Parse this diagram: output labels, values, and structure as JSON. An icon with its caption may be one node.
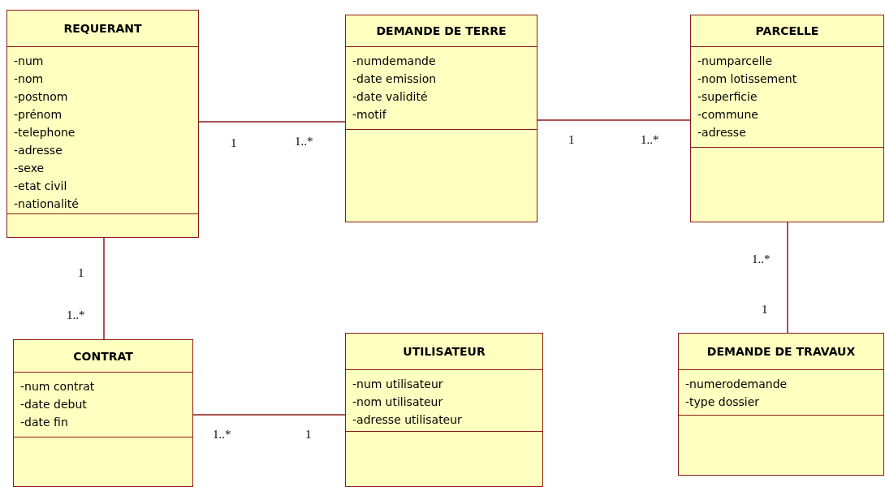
{
  "diagram": {
    "nodes": [
      {
        "text": [
          "REQUERANT",
          "-num",
          "-nom",
          "-postnom",
          "-prénom",
          "-telephone",
          "-adresse",
          "-sexe",
          "-etat civil",
          "-nationalité"
        ]
      },
      {
        "text": [
          "DEMANDE DE TERRE",
          "-numdemande",
          "-date emission",
          "-date validité",
          "-motif"
        ]
      },
      {
        "text": [
          "PARCELLE",
          "-numparcelle",
          "-nom lotissement",
          "-superficie",
          "-commune",
          "-adresse"
        ]
      },
      {
        "text": [
          "CONTRAT",
          "-num contrat",
          "-date debut",
          "-date fin"
        ]
      },
      {
        "text": [
          "UTILISATEUR",
          "-num utilisateur",
          "-nom utilisateur",
          "-adresse utilisateur"
        ]
      },
      {
        "text": [
          "DEMANDE DE TRAVAUX",
          "-numerodemande",
          "-type dossier"
        ]
      }
    ],
    "edges": [
      {
        "from": 0,
        "to": 1,
        "arrow": "none"
      },
      {
        "from": 1,
        "to": 2,
        "arrow": "none"
      },
      {
        "from": 0,
        "to": 3,
        "arrow": "none"
      },
      {
        "from": 3,
        "to": 4,
        "arrow": "none"
      },
      {
        "from": 2,
        "to": 5,
        "arrow": "none"
      }
    ],
    "labels": [
      "1",
      "1..*",
      "1",
      "1..*",
      "1..*",
      "1",
      "1",
      "1..*",
      "1..*",
      "1"
    ]
  }
}
